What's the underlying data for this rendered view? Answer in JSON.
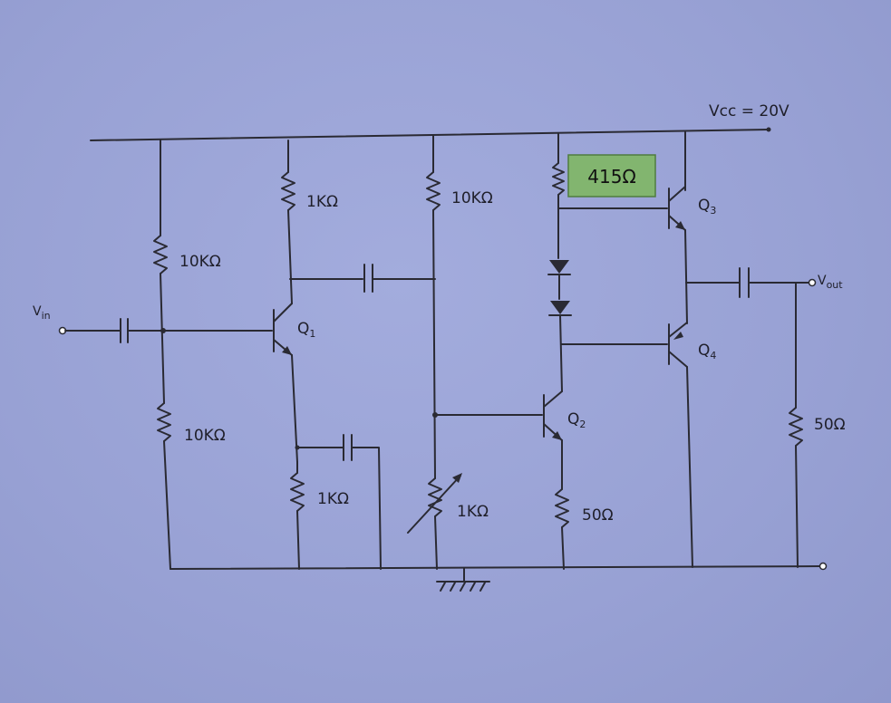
{
  "supply": {
    "label": "Vcc = 20V"
  },
  "input": {
    "label": "V",
    "sub": "in"
  },
  "output": {
    "label": "V",
    "sub": "out"
  },
  "transistors": {
    "q1": {
      "label": "Q",
      "sub": "1"
    },
    "q2": {
      "label": "Q",
      "sub": "2"
    },
    "q3": {
      "label": "Q",
      "sub": "3"
    },
    "q4": {
      "label": "Q",
      "sub": "4"
    }
  },
  "resistors": {
    "r_bias_top": "10KΩ",
    "r_bias_bottom": "10KΩ",
    "r_collector_q1": "1KΩ",
    "r_emitter_q1": "1KΩ",
    "r_q2_base_top": "10KΩ",
    "r_pot": "1KΩ",
    "r_driver": "415Ω",
    "r_emitter_q2": "50Ω",
    "r_load": "50Ω"
  },
  "colors": {
    "highlight": "#82b56f",
    "ink": "#2a2a33",
    "paper": "#9ba4d6"
  }
}
